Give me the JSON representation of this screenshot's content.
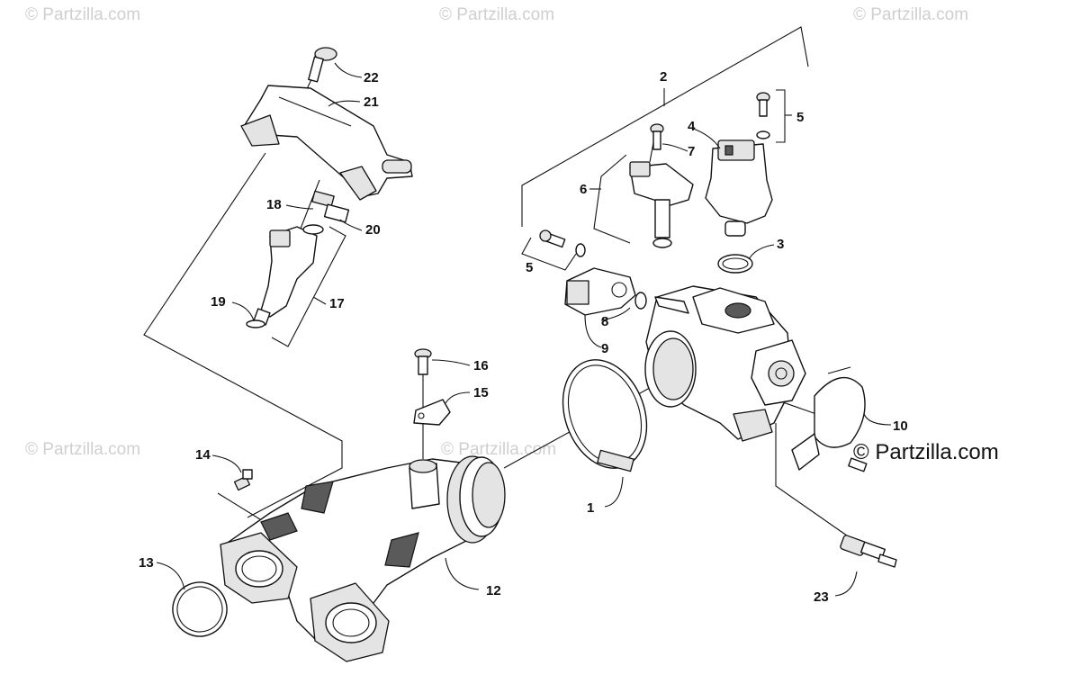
{
  "watermarks": {
    "top_left": "© Partzilla.com",
    "top_center": "© Partzilla.com",
    "top_right": "© Partzilla.com",
    "mid_left": "© Partzilla.com",
    "mid_center": "© Partzilla.com",
    "main": "© Partzilla.com"
  },
  "callouts": {
    "c1": "1",
    "c2": "2",
    "c3": "3",
    "c4": "4",
    "c5a": "5",
    "c5b": "5",
    "c6": "6",
    "c7": "7",
    "c8": "8",
    "c9": "9",
    "c10": "10",
    "c12": "12",
    "c13": "13",
    "c14": "14",
    "c15": "15",
    "c16": "16",
    "c17": "17",
    "c18": "18",
    "c19": "19",
    "c20": "20",
    "c21": "21",
    "c22": "22",
    "c23": "23"
  }
}
